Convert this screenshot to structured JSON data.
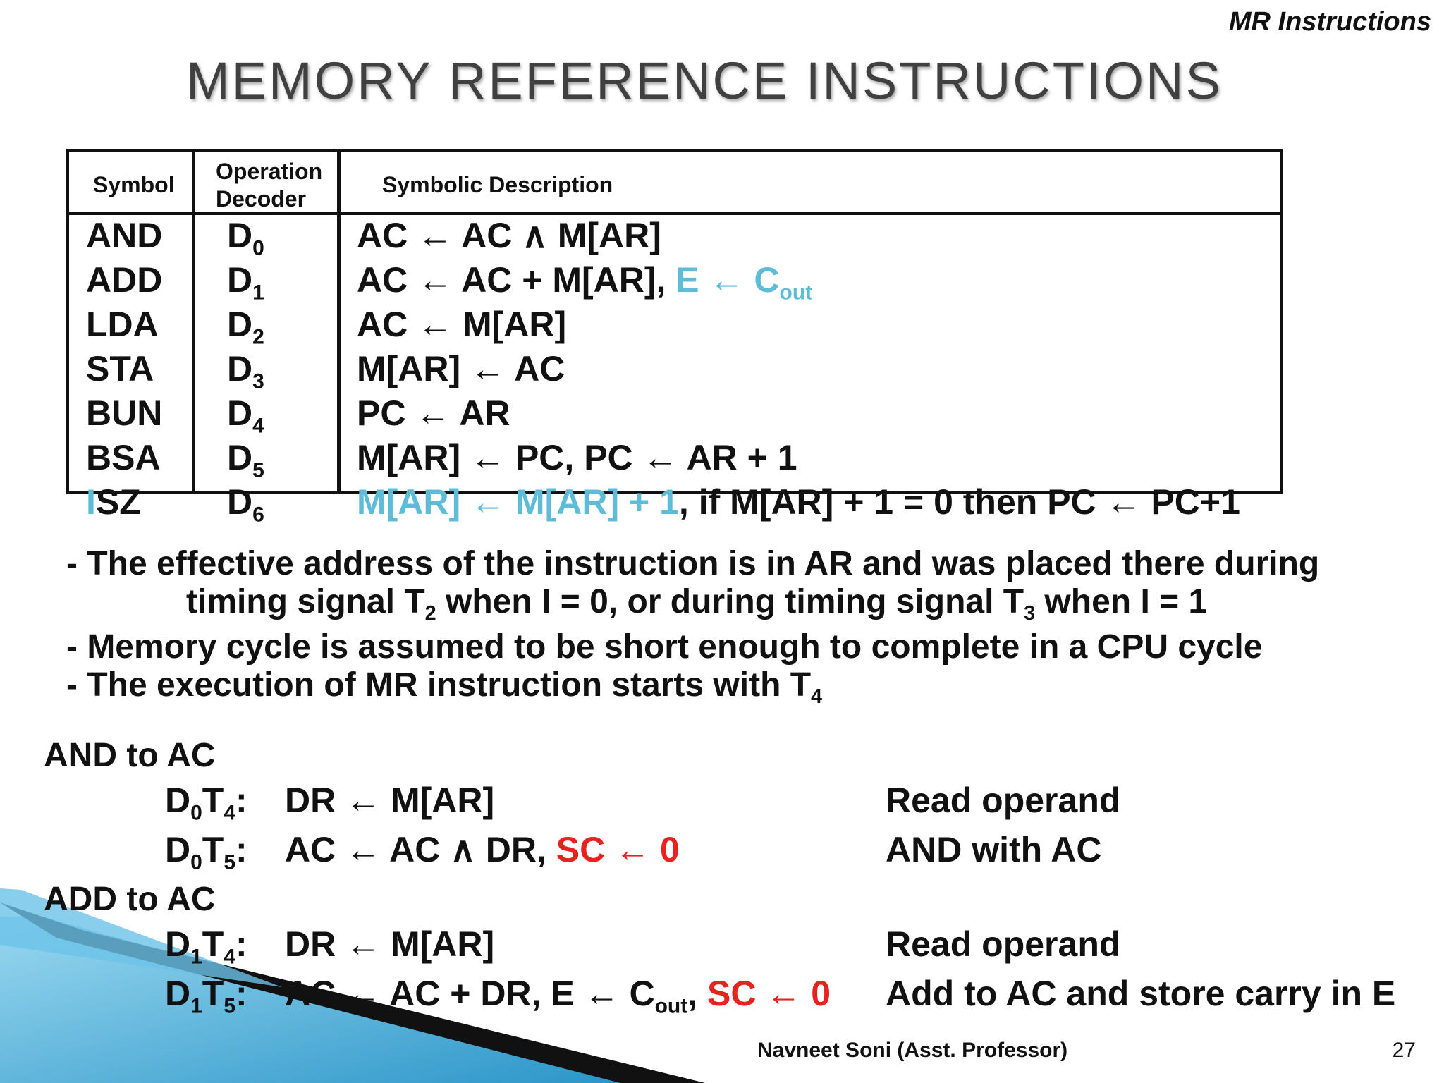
{
  "header": {
    "section_label": "MR Instructions",
    "title": "MEMORY  REFERENCE  INSTRUCTIONS"
  },
  "table": {
    "headers": {
      "symbol": "Symbol",
      "decoder_line1": "Operation",
      "decoder_line2": "Decoder",
      "description": "Symbolic Description"
    },
    "rows": [
      {
        "symbol": "AND",
        "decoder": "D",
        "sub": "0"
      },
      {
        "symbol": "ADD",
        "decoder": "D",
        "sub": "1"
      },
      {
        "symbol": "LDA",
        "decoder": "D",
        "sub": "2"
      },
      {
        "symbol": "STA",
        "decoder": "D",
        "sub": "3"
      },
      {
        "symbol": "BUN",
        "decoder": "D",
        "sub": "4"
      },
      {
        "symbol": "BSA",
        "decoder": "D",
        "sub": "5"
      },
      {
        "symbol_first": "I",
        "symbol_rest": "SZ",
        "decoder": "D",
        "sub": "6"
      }
    ],
    "descriptions": {
      "and": "AC ←  AC ∧ M[AR]",
      "add_main": "AC ←  AC + M[AR], ",
      "add_carry": "E ← C",
      "add_carry_sub": "out",
      "lda": "AC ←  M[AR]",
      "sta": "M[AR] ←  AC",
      "bun": "PC ←  AR",
      "bsa": "M[AR] ←  PC, PC ← AR + 1",
      "isz_highlight": "M[AR] ←  M[AR] + 1",
      "isz_rest": ", if M[AR] + 1 = 0 then PC ← PC+1"
    }
  },
  "notes": {
    "n1_line1": "- The effective address of the instruction is in AR and was placed there during",
    "n1_line2_a": "timing signal T",
    "n1_line2_sub1": "2",
    "n1_line2_b": " when I = 0, or during timing signal T",
    "n1_line2_sub2": "3",
    "n1_line2_c": " when I = 1",
    "n2": "- Memory cycle is assumed to be short enough to complete in a CPU cycle",
    "n3_a": "- The execution of MR instruction starts with T",
    "n3_sub": "4"
  },
  "micro": {
    "and_heading": "AND to AC",
    "and_t4_label": {
      "d": "D",
      "dsub": "0",
      "t": "T",
      "tsub": "4",
      "colon": ":"
    },
    "and_t4_op": "DR ← M[AR]",
    "and_t4_comment": "Read operand",
    "and_t5_label": {
      "d": "D",
      "dsub": "0",
      "t": "T",
      "tsub": "5",
      "colon": ":"
    },
    "and_t5_op": "AC ← AC ∧ DR, ",
    "and_t5_sc": "SC ← 0",
    "and_t5_comment": "AND with AC",
    "add_heading": "ADD to AC",
    "add_t4_label": {
      "d": "D",
      "dsub": "1",
      "t": "T",
      "tsub": "4",
      "colon": ":"
    },
    "add_t4_op": "DR ← M[AR]",
    "add_t4_comment": "Read operand",
    "add_t5_label": {
      "d": "D",
      "dsub": "1",
      "t": "T",
      "tsub": "5",
      "colon": ":"
    },
    "add_t5_op_a": "AC ← AC + DR, E ← C",
    "add_t5_op_sub": "out",
    "add_t5_op_b": ", ",
    "add_t5_sc": "SC ← 0",
    "add_t5_comment": "Add to AC and store carry in E"
  },
  "footer": {
    "author": "Navneet Soni (Asst. Professor)",
    "page": "27"
  },
  "colors": {
    "highlight_cyan": "#5fbcd9",
    "highlight_red": "#e8231f",
    "title_gray": "#404040",
    "deco_blue": "#3aa7d6"
  }
}
